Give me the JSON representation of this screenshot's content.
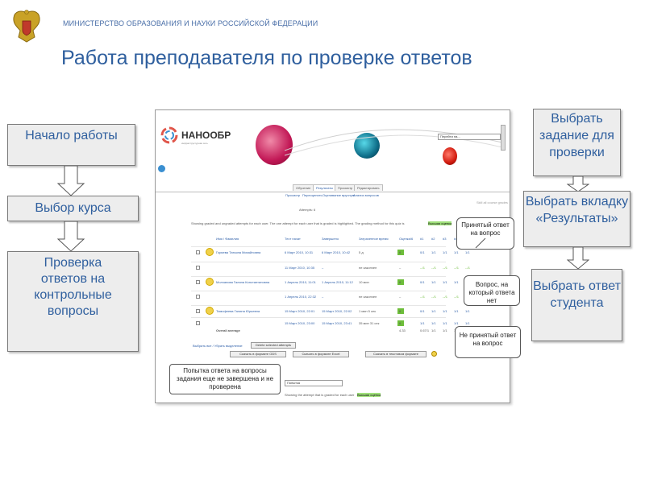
{
  "header": {
    "ministry": "МИНИСТЕРСТВО ОБРАЗОВАНИЯ И НАУКИ РОССИЙСКОЙ ФЕДЕРАЦИИ",
    "title": "Работа преподавателя по проверке ответов"
  },
  "left_flow": [
    "Начало работы",
    "Выбор курса",
    "Проверка ответов на контрольные вопросы"
  ],
  "right_flow": [
    "Выбрать задание для проверки",
    "Выбрать вкладку «Результаты»",
    "Выбрать ответ студента"
  ],
  "callouts": {
    "accepted": "Принятый ответ на вопрос",
    "no_answer": "Вопрос, на который ответа нет",
    "not_accepted": "Не принятый ответ на вопрос",
    "attempt": "Попытка ответа на вопросы задания еще не завершена и не проверена"
  },
  "screenshot": {
    "logo": "НАНООБР",
    "logo_sub": "инфраструктурная сеть",
    "search": "Перейти на...",
    "tabs": [
      "Обучение",
      "Результаты",
      "Просмотр",
      "Редактировать"
    ],
    "subtabs": [
      "Просмотр",
      "Переоценить",
      "Оценивание вручную",
      "Анализ вопросов"
    ],
    "top_right_link": "Skill all course grades",
    "attempts": "Attempts: 6",
    "info": "Showing graded and ungraded attempts for each user. The one attempt for each user that is graded is highlighted. The grading method for this quiz is",
    "grade_method": "Высшая оценка",
    "columns": [
      "Имя / Фамилия",
      "Тест начат",
      "Завершено",
      "Затраченное время",
      "Оценка/6",
      "#1",
      "#2",
      "#3",
      "#4",
      "#5"
    ],
    "rows": [
      {
        "name": "Горяева Татьяна Михайловна",
        "start": "6 Март 2010, 10:31",
        "end": "6 Март 2010, 10:42",
        "time": "5 д",
        "grade": "6",
        "q": [
          "0/1",
          "1/1",
          "1/1",
          "1/1",
          "1/1"
        ]
      },
      {
        "name": "",
        "start": "11 Март 2010, 10:35",
        "end": "–",
        "time": "не закончен",
        "grade": "–",
        "q": [
          "--/1",
          "--/1",
          "--/1",
          "--/1",
          "--/1"
        ]
      },
      {
        "name": "Молчанова Галина Константиновна",
        "start": "1 Апрель 2010, 11:01",
        "end": "1 Апрель 2010, 11:12",
        "time": "10 мин",
        "grade": "6",
        "q": [
          "0/1",
          "1/1",
          "1/1",
          "1/1",
          "1/1"
        ]
      },
      {
        "name": "",
        "start": "1 Апрель 2010, 22:32",
        "end": "–",
        "time": "не закончен",
        "grade": "–",
        "q": [
          "--/1",
          "--/1",
          "--/1",
          "--/1",
          "--/1"
        ]
      },
      {
        "name": "Тимофеева Галина Юрьевна",
        "start": "15 Март 2010, 22:01",
        "end": "15 Март 2010, 22:02",
        "time": "1 мин 5 сек",
        "grade": "6",
        "q": [
          "0/1",
          "1/1",
          "1/1",
          "1/1",
          "1/1"
        ]
      },
      {
        "name": "",
        "start": "15 Март 2010, 23:00",
        "end": "15 Март 2010, 23:41",
        "time": "35 мин 31 сек",
        "grade": "6",
        "q": [
          "1/1",
          "1/1",
          "1/1",
          "1/1",
          "1/1"
        ]
      }
    ],
    "overall": {
      "label": "Overall average",
      "grade": "4.33",
      "q": [
        "0.67/1",
        "1/1",
        "1/1",
        "1/1",
        "1/1"
      ]
    },
    "select_all": "Выбрать все / Убрать выделение",
    "delete_btn": "Delete selected attempts",
    "export_btns": [
      "Скачать в формате ODS",
      "Скачать в формате Excel",
      "Скачать в текстовом формате"
    ],
    "bottom_select": "Попытка",
    "bottom_info": "Showing the attempt that is graded for each user",
    "bottom_method": "Высшая оценка"
  }
}
